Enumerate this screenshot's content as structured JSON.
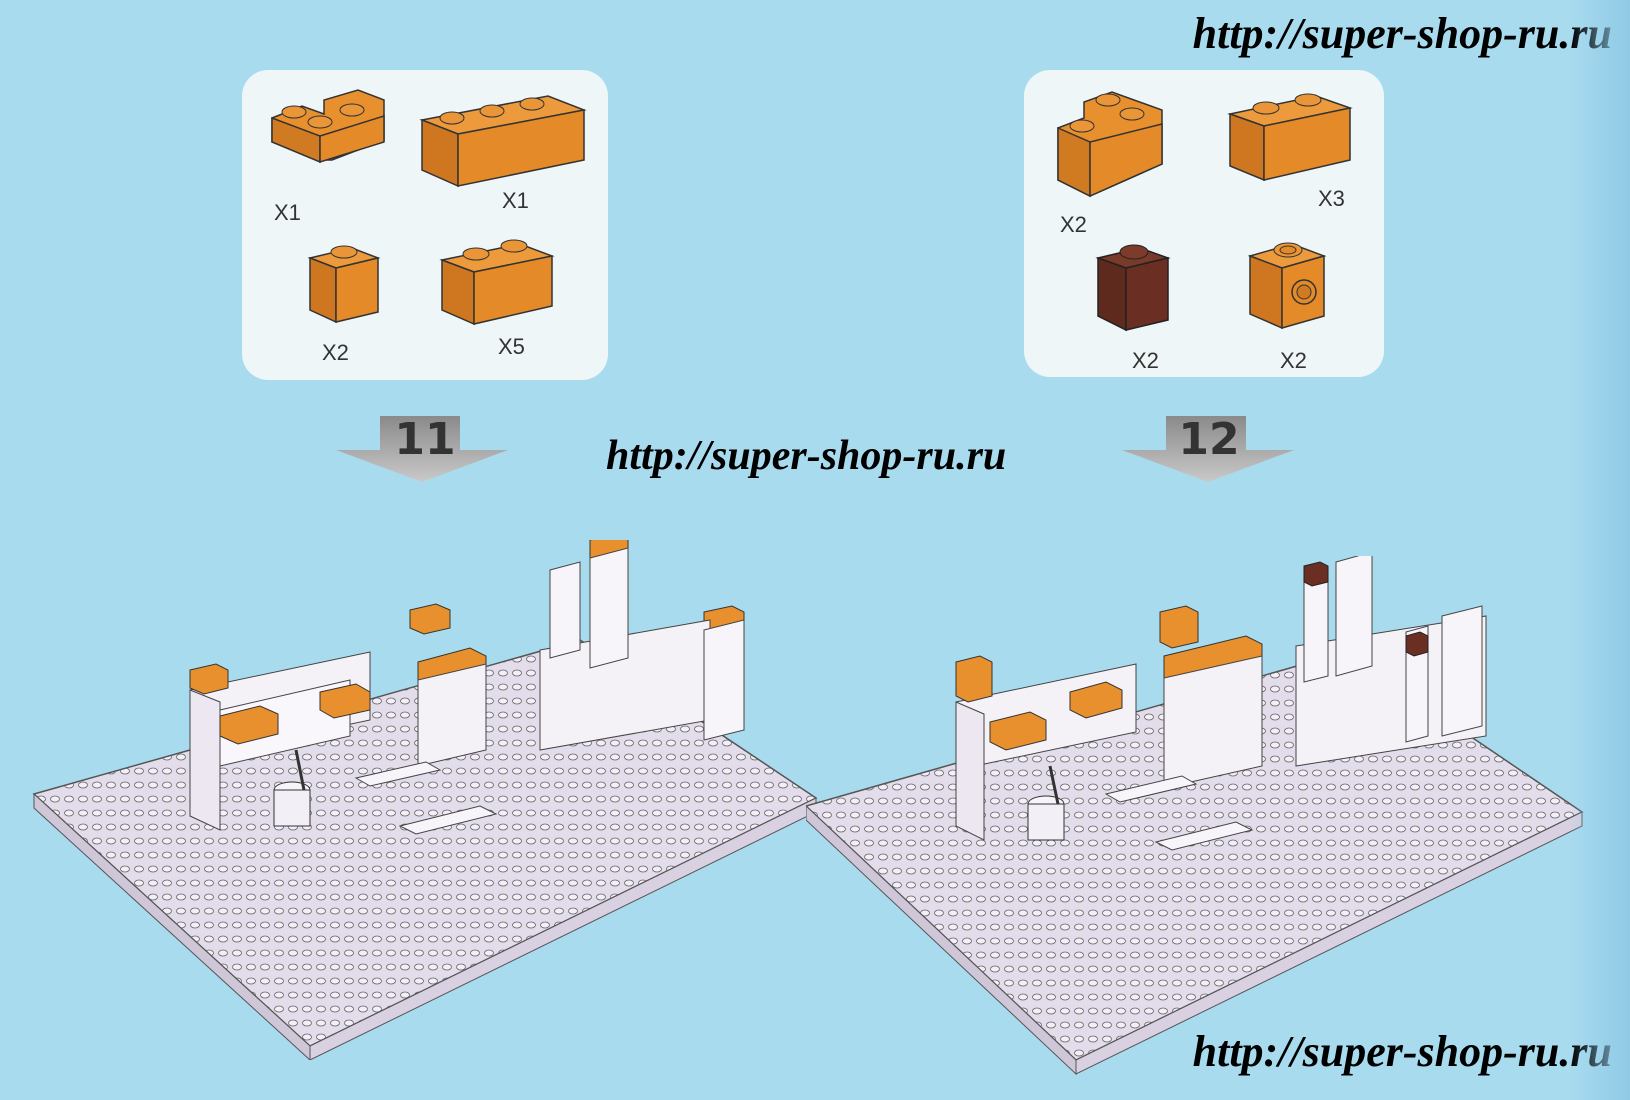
{
  "watermark": {
    "top": "http://super-shop-ru.ru",
    "middle": "http://super-shop-ru.ru",
    "bottom": "http://super-shop-ru.ru"
  },
  "step11": {
    "number": "11",
    "parts": [
      {
        "piece": "corner-brick",
        "qty": "X1"
      },
      {
        "piece": "brick-1x3",
        "qty": "X1"
      },
      {
        "piece": "brick-1x1",
        "qty": "X2"
      },
      {
        "piece": "brick-1x2",
        "qty": "X5"
      }
    ]
  },
  "step12": {
    "number": "12",
    "parts": [
      {
        "piece": "corner-brick",
        "qty": "X2"
      },
      {
        "piece": "brick-1x2",
        "qty": "X3"
      },
      {
        "piece": "brick-1x1-dark-brown",
        "qty": "X2"
      },
      {
        "piece": "brick-1x1-with-hole",
        "qty": "X2"
      }
    ]
  },
  "colors": {
    "background": "#a9dbef",
    "brick_orange": "#e8902e",
    "brick_orange_dark": "#c9731c",
    "brick_brown": "#6b2e22",
    "baseplate": "#e3dcea"
  }
}
